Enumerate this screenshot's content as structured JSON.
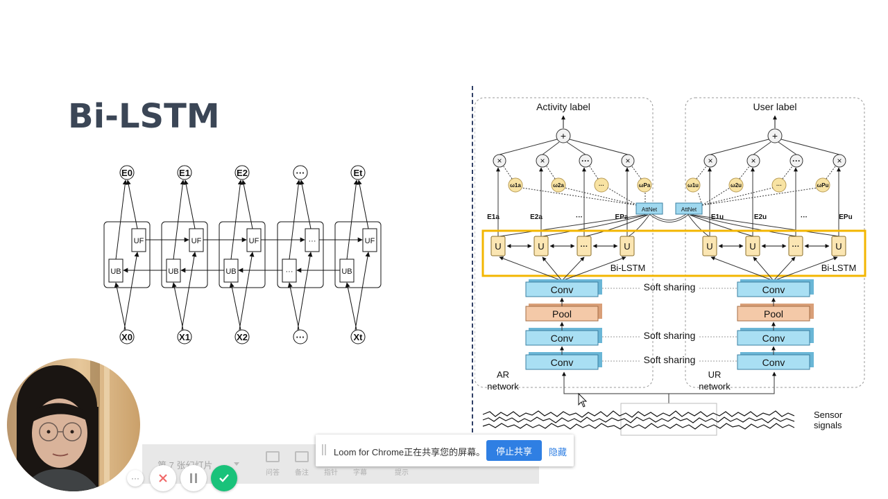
{
  "slide": {
    "title": "Bi-LSTM",
    "left_diagram": {
      "outputs": [
        "E0",
        "E1",
        "E2",
        "···",
        "Et"
      ],
      "inputs": [
        "X0",
        "X1",
        "X2",
        "···",
        "Xt"
      ],
      "forward_units": [
        "UF",
        "UF",
        "UF",
        "···",
        "UF"
      ],
      "backward_units": [
        "UB",
        "UB",
        "UB",
        "···",
        "UB"
      ]
    },
    "right_diagram": {
      "activity_label": "Activity label",
      "user_label": "User label",
      "plus_symbol": "+",
      "times_symbol": "×",
      "ellipsis": "···",
      "weights_a": [
        "ω1a",
        "ω2a",
        "···",
        "ωPa"
      ],
      "weights_u": [
        "ω1u",
        "ω2u",
        "···",
        "ωPu"
      ],
      "attnet": "AttNet",
      "embeddings_a": [
        "E1a",
        "E2a",
        "···",
        "EPa"
      ],
      "embeddings_u": [
        "E1u",
        "E2u",
        "···",
        "EPu"
      ],
      "unit": "U",
      "bilstm": "Bi-LSTM",
      "conv": "Conv",
      "pool": "Pool",
      "soft_sharing": "Soft sharing",
      "ar_network": [
        "AR",
        "network"
      ],
      "ur_network": [
        "UR",
        "network"
      ],
      "sensor_signals": [
        "Sensor",
        "signals"
      ]
    }
  },
  "toolbar": {
    "slide_counter": "第 7 张幻灯片",
    "items": [
      "问答",
      "备注",
      "指针",
      "字幕",
      "提示"
    ]
  },
  "loom": {
    "message": "Loom for Chrome正在共享您的屏幕。",
    "stop_label": "停止共享",
    "hide_label": "隐藏"
  },
  "recording_controls": {
    "more_label": "···"
  },
  "colors": {
    "title": "#3b4656",
    "conv_fill": "#a9dff3",
    "pool_fill": "#f4c9a8",
    "unit_fill": "#fbe6b3",
    "weight_fill": "#f8e3a3",
    "highlight_border": "#f3b600",
    "loom_blue": "#2f7fe3",
    "stop_icon": "#f16a6a",
    "confirm_green": "#19c27a"
  }
}
